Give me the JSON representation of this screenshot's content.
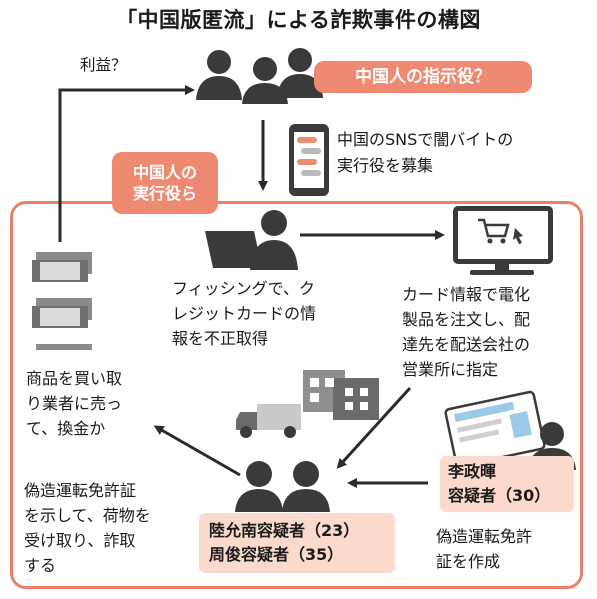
{
  "title": "「中国版匿流」による詐欺事件の構図",
  "nodes": {
    "boss_tag": "中国人の指示役？",
    "profit": "利益？",
    "sns_recruit": "中国のSNSで闇バイトの\n実行役を募集",
    "exec_tag": "中国人の\n実行役ら",
    "phishing": "フィッシングで、ク\nレジットカードの情\n報を不正取得",
    "order": "カード情報で電化\n製品を注文し、配\n達先を配送会社の\n営業所に指定",
    "sell": "商品を買い取\nり業者に売っ\nて、換金か",
    "pickup": "偽造運転免許証\nを示して、荷物を\n受け取り、詐取\nする",
    "suspects_pair": "陸允南容疑者（23）\n周俊容疑者（35）",
    "suspect_li": "李政暉\n容疑者（30）",
    "forged_license": "偽造運転免許\n証を作成"
  },
  "colors": {
    "accent": "#ef8a72",
    "frame": "#e9806a",
    "suspect_box": "#fbd9cc",
    "figure": "#3a3a3a"
  }
}
